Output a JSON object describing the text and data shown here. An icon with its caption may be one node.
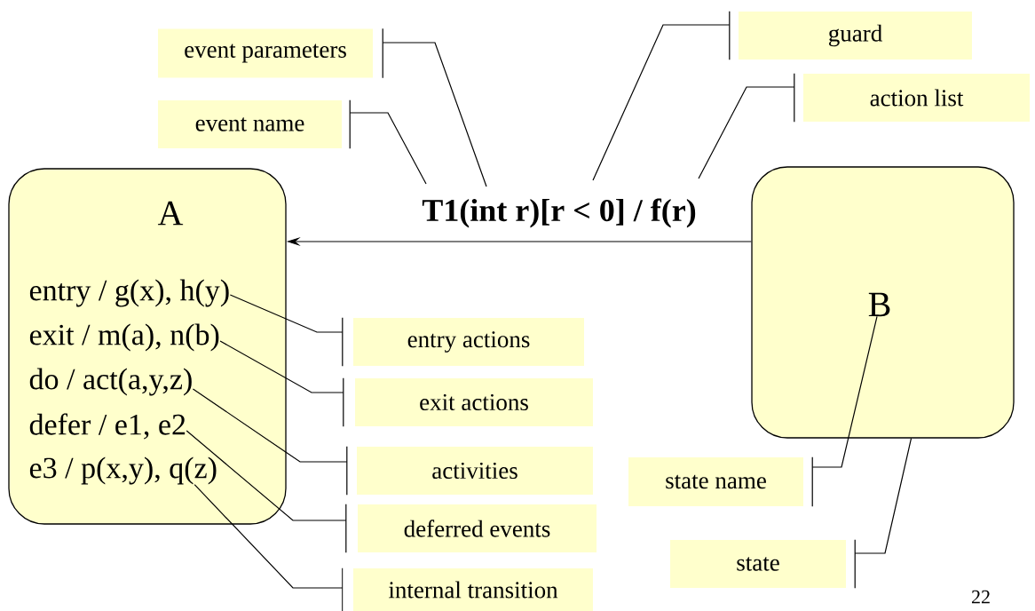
{
  "diagram": {
    "nodes": [
      {
        "text": [
          "event parameters"
        ]
      },
      {
        "text": [
          "event name"
        ]
      },
      {
        "text": [
          "guard"
        ]
      },
      {
        "text": [
          "action list"
        ]
      },
      {
        "text": [
          "A"
        ]
      },
      {
        "text": [
          "entry / g(x), h(y)"
        ],
        "in": 4
      },
      {
        "text": [
          "exit / m(a), n(b)"
        ],
        "in": 4
      },
      {
        "text": [
          "do / act(a,y,z)"
        ],
        "in": 4
      },
      {
        "text": [
          "defer / e1, e2"
        ],
        "in": 4
      },
      {
        "text": [
          "e3 / p(x,y), q(z)"
        ],
        "in": 4
      },
      {
        "text": [],
        "shape": "box"
      },
      {
        "text": [
          "B"
        ],
        "in": 10
      },
      {
        "text": [
          "entry actions"
        ]
      },
      {
        "text": [
          "exit actions"
        ]
      },
      {
        "text": [
          "activities"
        ]
      },
      {
        "text": [
          "deferred events"
        ]
      },
      {
        "text": [
          "internal transition"
        ]
      },
      {
        "text": [
          "state name"
        ]
      },
      {
        "text": [
          "state"
        ]
      }
    ],
    "edges": [
      {
        "from": 10,
        "to": 4,
        "arrow": "to",
        "label": "**T1(int r)[r < 0] / f(r)**"
      },
      {
        "from": 1,
        "to": null,
        "arrow": "none"
      },
      {
        "from": 0,
        "to": null,
        "arrow": "none"
      },
      {
        "from": 2,
        "to": null,
        "arrow": "none"
      },
      {
        "from": 3,
        "to": null,
        "arrow": "none"
      },
      {
        "from": 12,
        "to": 5,
        "arrow": "none"
      },
      {
        "from": 13,
        "to": 6,
        "arrow": "none"
      },
      {
        "from": 14,
        "to": 7,
        "arrow": "none"
      },
      {
        "from": 15,
        "to": 8,
        "arrow": "none"
      },
      {
        "from": 16,
        "to": 9,
        "arrow": "none"
      },
      {
        "from": 17,
        "to": 11,
        "arrow": "none"
      },
      {
        "from": 18,
        "to": 10,
        "arrow": "none"
      }
    ],
    "labels": [
      "22"
    ]
  }
}
